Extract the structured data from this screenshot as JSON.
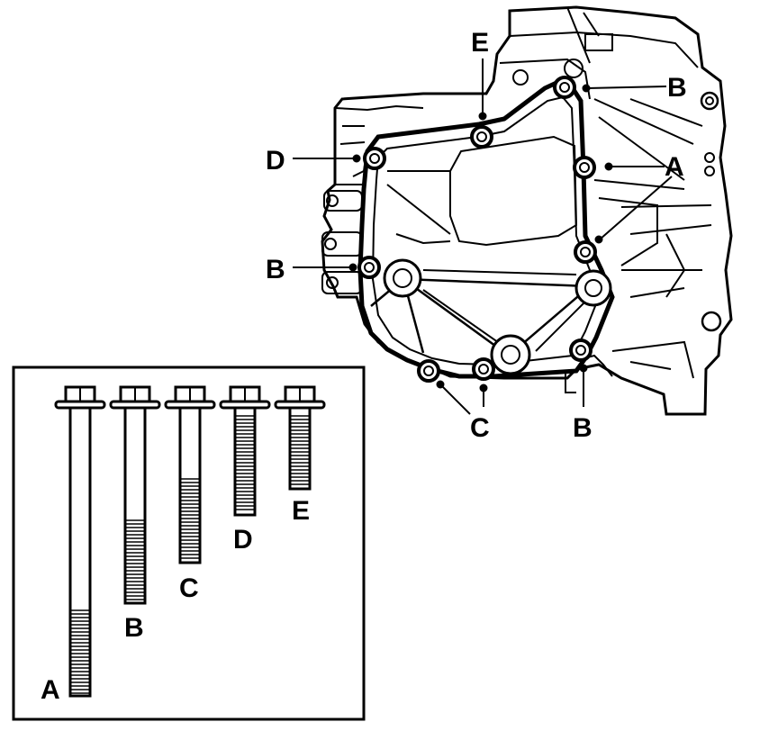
{
  "diagram": {
    "housing_callouts": {
      "e_top": "E",
      "b_top_right": "B",
      "d_left": "D",
      "a_right": "A",
      "b_left": "B",
      "c_bottom": "C",
      "b_bottom": "B"
    },
    "legend": {
      "bolts": [
        {
          "label": "A"
        },
        {
          "label": "B"
        },
        {
          "label": "C"
        },
        {
          "label": "D"
        },
        {
          "label": "E"
        }
      ]
    }
  }
}
